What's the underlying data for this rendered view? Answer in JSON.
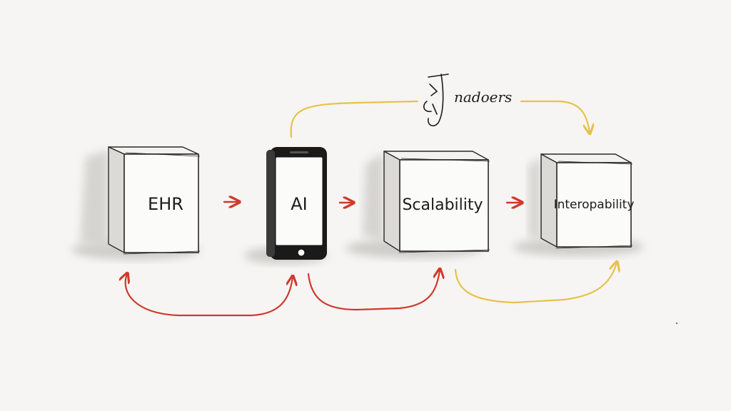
{
  "nodes": {
    "ehr": {
      "label": "EHR"
    },
    "ai": {
      "label": "AI"
    },
    "scalability": {
      "label": "Scalability"
    },
    "interoperability": {
      "label": "Interopability"
    }
  },
  "top_note": {
    "label": "nadoers"
  },
  "colors": {
    "red_arrow": "#d0392b",
    "yellow_arrow": "#e7c24a",
    "ink": "#1c1c1c",
    "shadow": "#c9c7c3",
    "phone_body": "#1a1a1a",
    "background": "#f6f5f3"
  }
}
